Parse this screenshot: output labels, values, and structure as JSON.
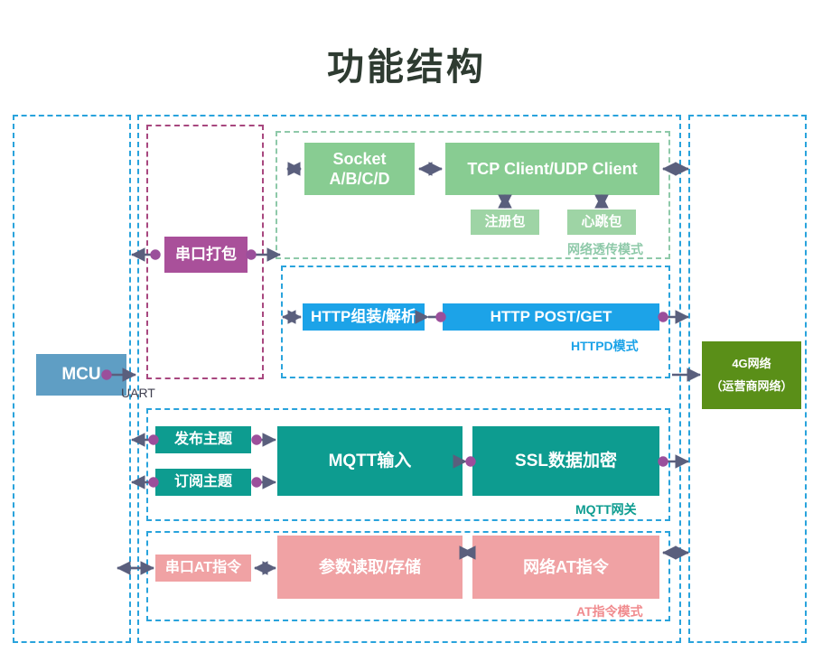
{
  "title": "功能结构",
  "left_panel": {
    "mcu": {
      "label": "MCU"
    },
    "uart_label": "UART"
  },
  "right_panel": {
    "network": {
      "line1": "4G网络",
      "line2": "（运营商网络）"
    }
  },
  "uart_packing": {
    "label": "串口打包"
  },
  "sections": [
    {
      "id": "transparent-transmission",
      "caption": "网络透传模式",
      "color": "#8ec9a9",
      "nodes": [
        {
          "name": "socket",
          "label": "Socket\nA/B/C/D",
          "line1": "Socket",
          "line2": "A/B/C/D"
        },
        {
          "name": "tcp-udp-client",
          "label": "TCP Client/UDP Client"
        },
        {
          "name": "register-packet",
          "label": "注册包"
        },
        {
          "name": "heartbeat-packet",
          "label": "心跳包"
        }
      ]
    },
    {
      "id": "httpd-mode",
      "caption": "HTTPD模式",
      "color": "#1ca3e8",
      "nodes": [
        {
          "name": "http-assemble-parse",
          "label": "HTTP组装/解析"
        },
        {
          "name": "http-post-get",
          "label": "HTTP POST/GET"
        }
      ]
    },
    {
      "id": "mqtt-gateway",
      "caption": "MQTT网关",
      "color": "#0d9c90",
      "nodes": [
        {
          "name": "publish-topic",
          "label": "发布主题"
        },
        {
          "name": "subscribe-topic",
          "label": "订阅主题"
        },
        {
          "name": "mqtt-input",
          "label": "MQTT输入"
        },
        {
          "name": "ssl-encryption",
          "label": "SSL数据加密"
        }
      ]
    },
    {
      "id": "at-command-mode",
      "caption": "AT指令模式",
      "color": "#f08a8d",
      "nodes": [
        {
          "name": "serial-at-command",
          "label": "串口AT指令"
        },
        {
          "name": "param-read-store",
          "label": "参数读取/存储"
        },
        {
          "name": "network-at-command",
          "label": "网络AT指令"
        }
      ]
    }
  ],
  "palette": {
    "title_color": "#2e3b31",
    "green": "#88cc92",
    "green_light": "#9ed4a5",
    "blue": "#1ca3e8",
    "teal": "#0d9c90",
    "pink": "#f0a2a4",
    "purple": "#a9509a",
    "mcu_blue": "#5f9ec4",
    "network_green": "#5a8f18",
    "dash_blue": "#29a3dc",
    "dash_purple": "#a8477f",
    "dash_green": "#8ec9a9",
    "arrow": "#5a5f7d"
  }
}
